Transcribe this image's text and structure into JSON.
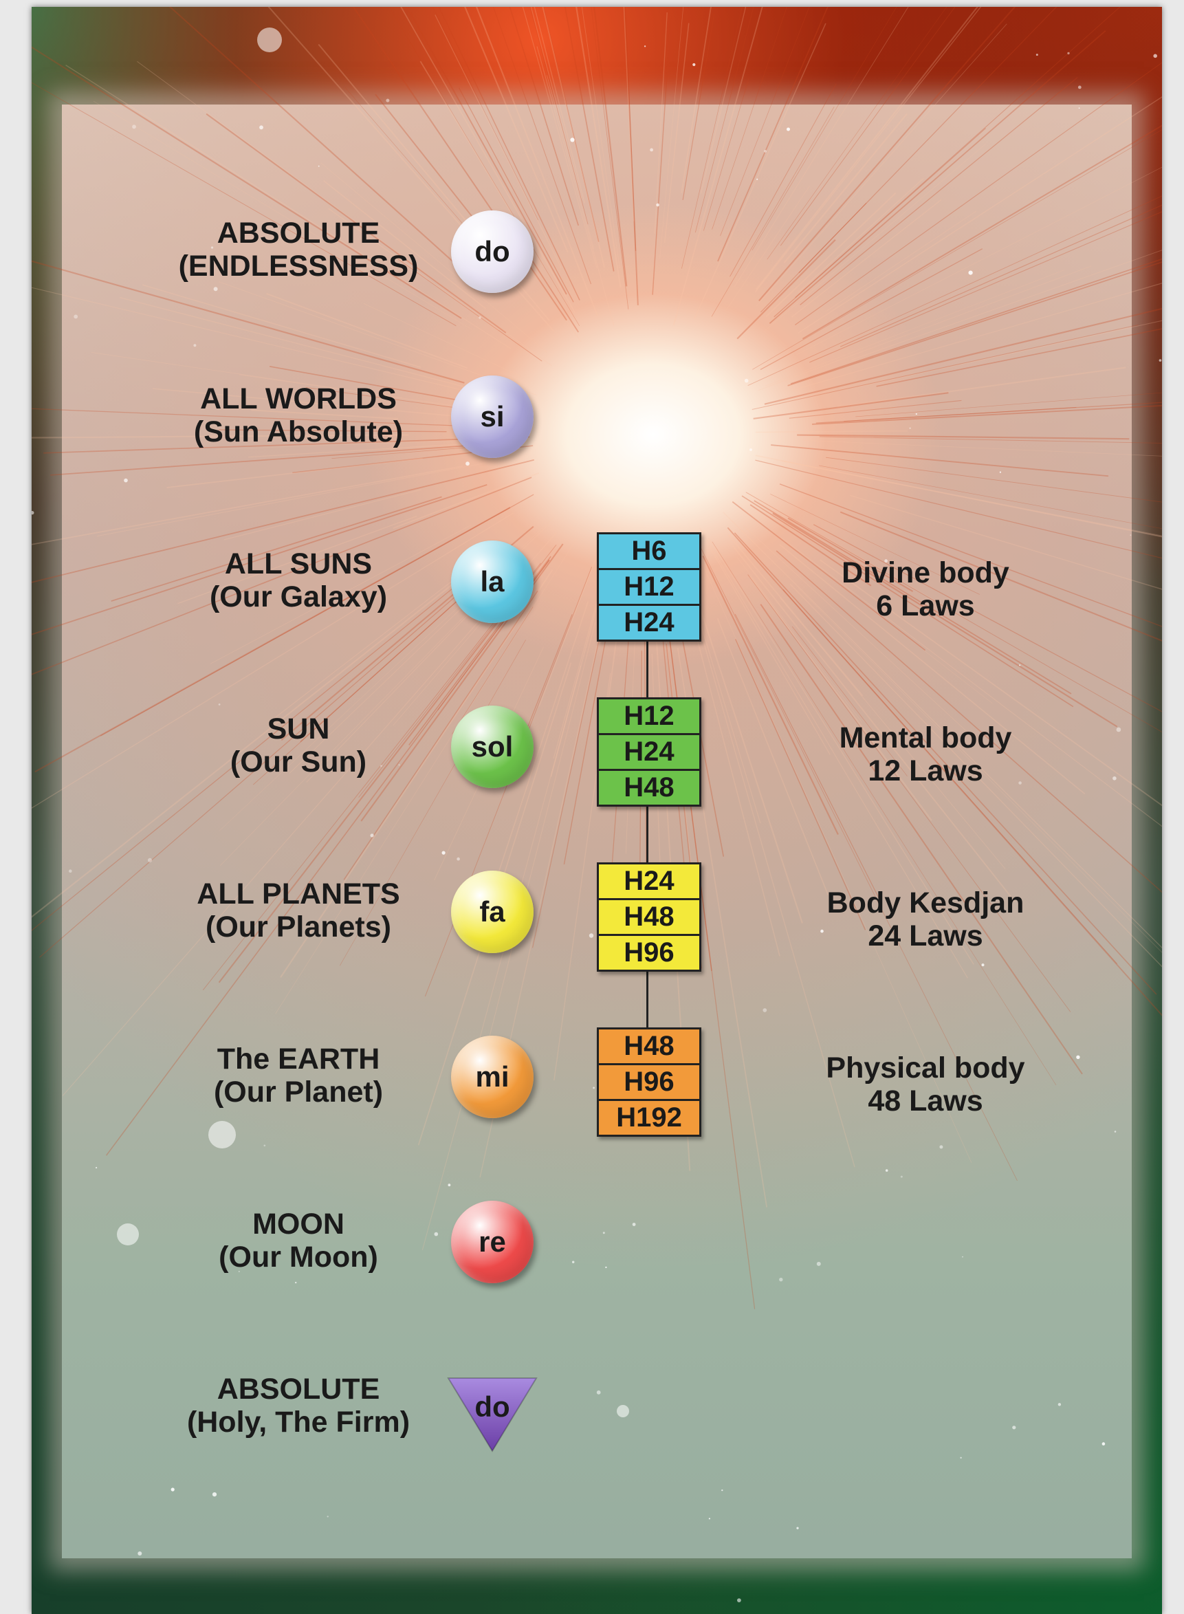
{
  "levels": [
    {
      "left_line1": "ABSOLUTE",
      "left_line2": "(ENDLESSNESS)",
      "note": "do",
      "note_color": "#e9e3f3",
      "shape": "circle"
    },
    {
      "left_line1": "ALL WORLDS",
      "left_line2": "(Sun Absolute)",
      "note": "si",
      "note_color": "#a9a3d8",
      "shape": "circle"
    },
    {
      "left_line1": "ALL SUNS",
      "left_line2": "(Our Galaxy)",
      "note": "la",
      "note_color": "#5cc7e2",
      "shape": "circle"
    },
    {
      "left_line1": "SUN",
      "left_line2": "(Our Sun)",
      "note": "sol",
      "note_color": "#6cc24a",
      "shape": "circle"
    },
    {
      "left_line1": "ALL PLANETS",
      "left_line2": "(Our Planets)",
      "note": "fa",
      "note_color": "#f3e93a",
      "shape": "circle"
    },
    {
      "left_line1": "The EARTH",
      "left_line2": "(Our Planet)",
      "note": "mi",
      "note_color": "#f29a3a",
      "shape": "circle"
    },
    {
      "left_line1": "MOON",
      "left_line2": "(Our Moon)",
      "note": "re",
      "note_color": "#ee4a4a",
      "shape": "circle"
    },
    {
      "left_line1": "ABSOLUTE",
      "left_line2": "(Holy, The Firm)",
      "note": "do",
      "note_color": "#8a5bc0",
      "shape": "triangle"
    }
  ],
  "bodies": [
    {
      "hydrogens": [
        "H6",
        "H12",
        "H24"
      ],
      "color": "#5cc7e2",
      "name": "Divine body",
      "laws": "6 Laws"
    },
    {
      "hydrogens": [
        "H12",
        "H24",
        "H48"
      ],
      "color": "#6cc24a",
      "name": "Mental body",
      "laws": "12 Laws"
    },
    {
      "hydrogens": [
        "H24",
        "H48",
        "H96"
      ],
      "color": "#f3e93a",
      "name": "Body Kesdjan",
      "laws": "24 Laws"
    },
    {
      "hydrogens": [
        "H48",
        "H96",
        "H192"
      ],
      "color": "#f29a3a",
      "name": "Physical body",
      "laws": "48 Laws"
    }
  ]
}
